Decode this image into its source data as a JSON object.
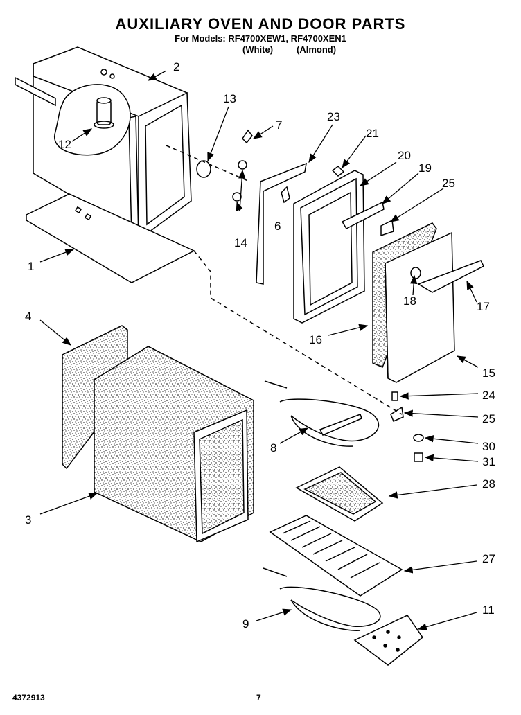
{
  "header": {
    "title": "AUXILIARY OVEN AND DOOR PARTS",
    "models": "For Models: RF4700XEW1, RF4700XEN1",
    "variant_white": "(White)",
    "variant_almond": "(Almond)"
  },
  "callouts": [
    {
      "id": "c1",
      "label": "1"
    },
    {
      "id": "c2",
      "label": "2"
    },
    {
      "id": "c3",
      "label": "3"
    },
    {
      "id": "c4",
      "label": "4"
    },
    {
      "id": "c6",
      "label": "6"
    },
    {
      "id": "c7",
      "label": "7"
    },
    {
      "id": "c8",
      "label": "8"
    },
    {
      "id": "c9",
      "label": "9"
    },
    {
      "id": "c11",
      "label": "11"
    },
    {
      "id": "c12",
      "label": "12"
    },
    {
      "id": "c13",
      "label": "13"
    },
    {
      "id": "c14",
      "label": "14"
    },
    {
      "id": "c15",
      "label": "15"
    },
    {
      "id": "c16",
      "label": "16"
    },
    {
      "id": "c17",
      "label": "17"
    },
    {
      "id": "c18",
      "label": "18"
    },
    {
      "id": "c19",
      "label": "19"
    },
    {
      "id": "c20",
      "label": "20"
    },
    {
      "id": "c21",
      "label": "21"
    },
    {
      "id": "c23",
      "label": "23"
    },
    {
      "id": "c24",
      "label": "24"
    },
    {
      "id": "c25a",
      "label": "25"
    },
    {
      "id": "c25b",
      "label": "25"
    },
    {
      "id": "c27",
      "label": "27"
    },
    {
      "id": "c28",
      "label": "28"
    },
    {
      "id": "c30",
      "label": "30"
    },
    {
      "id": "c31",
      "label": "31"
    }
  ],
  "footer": {
    "part_number": "4372913",
    "page_number": "7"
  }
}
